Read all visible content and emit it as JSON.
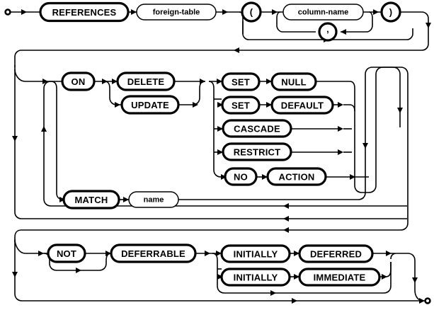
{
  "diagram": {
    "kind": "railroad-syntax-diagram",
    "title": "REFERENCES clause syntax diagram",
    "colors": {
      "stroke": "#000000",
      "background": "#ffffff"
    },
    "start_marker": "circle-terminal",
    "end_marker": "circle-terminal",
    "nodes": [
      {
        "id": "references",
        "label": "REFERENCES",
        "type": "terminal"
      },
      {
        "id": "foreign-table",
        "label": "foreign-table",
        "type": "nonterminal"
      },
      {
        "id": "lparen",
        "label": "(",
        "type": "terminal"
      },
      {
        "id": "column-name",
        "label": "column-name",
        "type": "nonterminal"
      },
      {
        "id": "comma",
        "label": ",",
        "type": "terminal"
      },
      {
        "id": "rparen",
        "label": ")",
        "type": "terminal"
      },
      {
        "id": "on",
        "label": "ON",
        "type": "terminal"
      },
      {
        "id": "delete",
        "label": "DELETE",
        "type": "terminal"
      },
      {
        "id": "update",
        "label": "UPDATE",
        "type": "terminal"
      },
      {
        "id": "set-1",
        "label": "SET",
        "type": "terminal"
      },
      {
        "id": "null",
        "label": "NULL",
        "type": "terminal"
      },
      {
        "id": "set-2",
        "label": "SET",
        "type": "terminal"
      },
      {
        "id": "default",
        "label": "DEFAULT",
        "type": "terminal"
      },
      {
        "id": "cascade",
        "label": "CASCADE",
        "type": "terminal"
      },
      {
        "id": "restrict",
        "label": "RESTRICT",
        "type": "terminal"
      },
      {
        "id": "no",
        "label": "NO",
        "type": "terminal"
      },
      {
        "id": "action",
        "label": "ACTION",
        "type": "terminal"
      },
      {
        "id": "match",
        "label": "MATCH",
        "type": "terminal"
      },
      {
        "id": "name",
        "label": "name",
        "type": "nonterminal"
      },
      {
        "id": "not",
        "label": "NOT",
        "type": "terminal"
      },
      {
        "id": "deferrable",
        "label": "DEFERRABLE",
        "type": "terminal"
      },
      {
        "id": "initially-1",
        "label": "INITIALLY",
        "type": "terminal"
      },
      {
        "id": "deferred",
        "label": "DEFERRED",
        "type": "terminal"
      },
      {
        "id": "initially-2",
        "label": "INITIALLY",
        "type": "terminal"
      },
      {
        "id": "immediate",
        "label": "IMMEDIATE",
        "type": "terminal"
      }
    ]
  },
  "labels": {
    "references": "REFERENCES",
    "foreign_table": "foreign-table",
    "lparen": "(",
    "column_name": "column-name",
    "comma": ",",
    "rparen": ")",
    "on": "ON",
    "delete": "DELETE",
    "update": "UPDATE",
    "set_1": "SET",
    "null": "NULL",
    "set_2": "SET",
    "default": "DEFAULT",
    "cascade": "CASCADE",
    "restrict": "RESTRICT",
    "no": "NO",
    "action": "ACTION",
    "match": "MATCH",
    "name": "name",
    "not": "NOT",
    "deferrable": "DEFERRABLE",
    "initially_1": "INITIALLY",
    "deferred": "DEFERRED",
    "initially_2": "INITIALLY",
    "immediate": "IMMEDIATE"
  }
}
